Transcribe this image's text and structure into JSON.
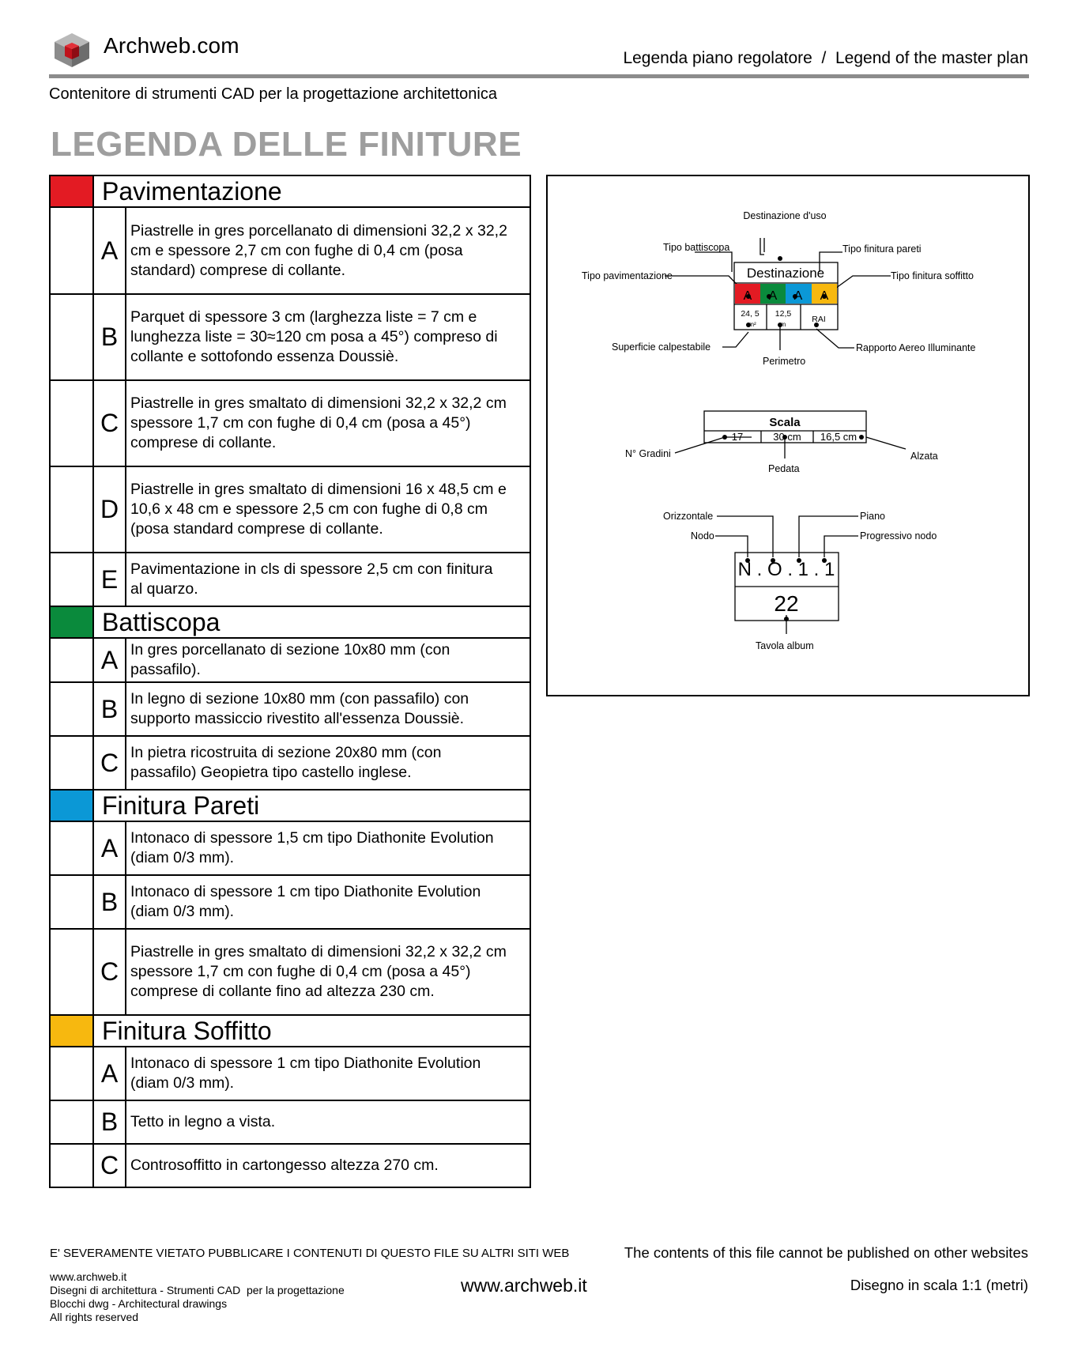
{
  "header": {
    "brand": "Archweb.com",
    "right_title": "Legenda piano regolatore  /  Legend of the master plan",
    "subtitle": "Contenitore di strumenti CAD per la progettazione architettonica",
    "main_title": "LEGENDA DELLE FINITURE"
  },
  "legend": {
    "sections": [
      {
        "title": "Pavimentazione",
        "color": "#e31b23",
        "items": [
          {
            "letter": "A",
            "text": "Piastrelle in gres porcellanato di dimensioni 32,2 x 32,2\ncm e spessore 2,7 cm con fughe di 0,4 cm (posa\nstandard) comprese di collante."
          },
          {
            "letter": "B",
            "text": "Parquet di spessore 3 cm (larghezza liste = 7 cm e\nlunghezza liste = 30≈120 cm posa a 45°) compreso di\ncollante e sottofondo essenza Doussiè."
          },
          {
            "letter": "C",
            "text": "Piastrelle in gres smaltato di dimensioni 32,2 x 32,2 cm\nspessore 1,7 cm con fughe di 0,4 cm (posa a 45°)\ncomprese di collante."
          },
          {
            "letter": "D",
            "text": "Piastrelle in gres smaltato di dimensioni 16 x 48,5 cm e\n10,6 x 48 cm e spessore 2,5 cm con fughe di 0,8 cm\n(posa standard comprese di collante."
          },
          {
            "letter": "E",
            "text": "Pavimentazione in cls di spessore 2,5 cm con finitura\nal quarzo."
          }
        ]
      },
      {
        "title": "Battiscopa",
        "color": "#0a8a3c",
        "items": [
          {
            "letter": "A",
            "text": "In gres porcellanato di sezione 10x80 mm (con\npassafilo)."
          },
          {
            "letter": "B",
            "text": "In legno di sezione 10x80 mm (con passafilo) con\nsupporto massiccio rivestito all'essenza Doussiè."
          },
          {
            "letter": "C",
            "text": "In pietra ricostruita di sezione 20x80 mm (con\npassafilo) Geopietra tipo castello inglese."
          }
        ]
      },
      {
        "title": "Finitura Pareti",
        "color": "#0b98d6",
        "items": [
          {
            "letter": "A",
            "text": "Intonaco di spessore 1,5 cm tipo Diathonite Evolution\n(diam 0/3 mm)."
          },
          {
            "letter": "B",
            "text": "Intonaco di spessore 1 cm tipo Diathonite Evolution\n(diam 0/3 mm)."
          },
          {
            "letter": "C",
            "text": "Piastrelle in gres smaltato di dimensioni 32,2 x 32,2 cm\nspessore 1,7 cm con fughe di 0,4 cm (posa a 45°)\ncomprese di collante fino ad altezza 230 cm."
          }
        ]
      },
      {
        "title": "Finitura Soffitto",
        "color": "#f7b80f",
        "items": [
          {
            "letter": "A",
            "text": "Intonaco di spessore 1 cm tipo Diathonite Evolution\n(diam 0/3 mm)."
          },
          {
            "letter": "B",
            "text": "Tetto in legno a vista."
          },
          {
            "letter": "C",
            "text": "Controsoffitto in cartongesso altezza 270 cm."
          }
        ]
      }
    ]
  },
  "diagram": {
    "room": {
      "destination_label": "Destinazione d'uso",
      "box_title": "Destinazione",
      "cells": [
        "A",
        "A",
        "A",
        "A"
      ],
      "cell_colors": [
        "#e31b23",
        "#0a8a3c",
        "#0b98d6",
        "#f7b80f"
      ],
      "area_value": "24, 5",
      "area_unit": "m²",
      "perimeter_value": "12,5",
      "perimeter_unit": "m",
      "rai": "RAI",
      "lbl_skirting": "Tipo battiscopa",
      "lbl_floor": "Tipo pavimentazione",
      "lbl_walls": "Tipo finitura pareti",
      "lbl_ceiling": "Tipo finitura soffitto",
      "lbl_surface": "Superficie calpestabile",
      "lbl_perimeter": "Perimetro",
      "lbl_rai": "Rapporto Aereo Illuminante"
    },
    "stair": {
      "title": "Scala",
      "steps": "17",
      "tread": "30 cm",
      "riser": "16,5 cm",
      "lbl_steps": "N° Gradini",
      "lbl_tread": "Pedata",
      "lbl_riser": "Alzata"
    },
    "node": {
      "code": "N . O . 1 . 1",
      "number": "22",
      "lbl_horizontal": "Orizzontale",
      "lbl_node": "Nodo",
      "lbl_floor": "Piano",
      "lbl_progressive": "Progressivo nodo",
      "lbl_album": "Tavola album"
    }
  },
  "footer": {
    "warning_it": "E' SEVERAMENTE VIETATO PUBBLICARE I CONTENUTI DI QUESTO FILE SU ALTRI SITI WEB",
    "warning_en": "The contents of this file cannot be published on other websites",
    "left_lines": [
      "www.archweb.it",
      "Disegni di architettura - Strumenti CAD  per la progettazione",
      "Blocchi dwg - Architectural drawings",
      "All rights reserved"
    ],
    "center": "www.archweb.it",
    "right": "Disegno in scala 1:1 (metri)"
  }
}
